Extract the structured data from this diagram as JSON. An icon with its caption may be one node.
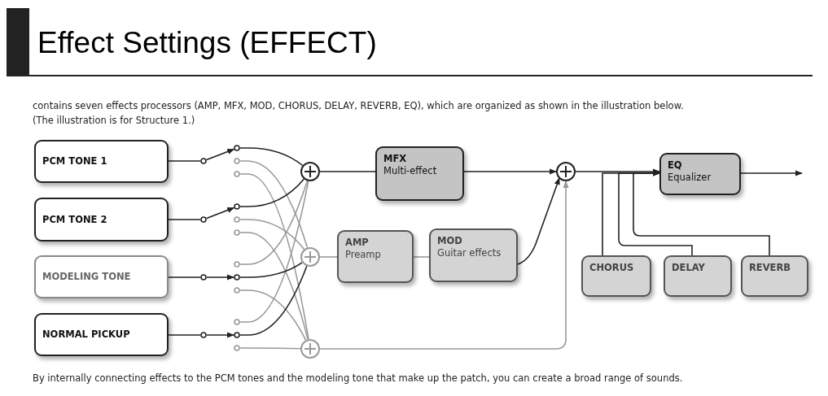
{
  "diagram": {
    "title": "Effect Settings (EFFECT)",
    "caption": "By internally connecting effects to the PCM tones and the modeling tone that make up the patch, you can create a broad range of sounds.",
    "nodes": [
      {
        "text": [
          "PCM TONE 1"
        ]
      },
      {
        "text": [
          "PCM TONE 2"
        ]
      },
      {
        "text": [
          "MODELING TONE"
        ]
      },
      {
        "text": [
          "NORMAL PICKUP"
        ]
      },
      {
        "text": [],
        "shape": "circle"
      },
      {
        "text": [],
        "shape": "circle"
      },
      {
        "text": [],
        "shape": "circle"
      },
      {
        "text": [
          "MFX",
          "Multi-effect"
        ]
      },
      {
        "text": [
          "AMP",
          "Preamp"
        ]
      },
      {
        "text": [
          "MOD",
          "Guitar effects"
        ]
      },
      {
        "text": [],
        "shape": "circle"
      },
      {
        "text": [
          "EQ",
          "Equalizer"
        ]
      },
      {
        "text": [
          "CHORUS"
        ]
      },
      {
        "text": [
          "DELAY"
        ]
      },
      {
        "text": [
          "REVERB"
        ]
      },
      {
        "text": [],
        "shape": "circle"
      },
      {
        "text": [],
        "shape": "circle"
      },
      {
        "text": [],
        "shape": "circle"
      },
      {
        "text": [],
        "shape": "circle"
      },
      {
        "text": [],
        "shape": "circle"
      },
      {
        "text": [],
        "shape": "circle"
      },
      {
        "text": [],
        "shape": "circle"
      },
      {
        "text": [],
        "shape": "circle"
      },
      {
        "text": [],
        "shape": "circle"
      },
      {
        "text": [],
        "shape": "circle"
      },
      {
        "text": [],
        "shape": "circle"
      },
      {
        "text": [],
        "shape": "circle"
      },
      {
        "text": [],
        "shape": "circle"
      },
      {
        "text": [],
        "shape": "circle"
      },
      {
        "text": [],
        "shape": "circle"
      },
      {
        "text": [],
        "shape": "circle"
      }
    ],
    "edges": [
      {
        "from": 0,
        "to": 15,
        "arrow": "none"
      },
      {
        "from": 15,
        "to": 19,
        "arrow": "to"
      },
      {
        "from": 19,
        "to": 4,
        "arrow": "none"
      },
      {
        "from": 20,
        "to": 5,
        "arrow": "none",
        "color": "#999999"
      },
      {
        "from": 21,
        "to": 6,
        "arrow": "none",
        "color": "#999999"
      },
      {
        "from": 1,
        "to": 16,
        "arrow": "none"
      },
      {
        "from": 16,
        "to": 22,
        "arrow": "to"
      },
      {
        "from": 22,
        "to": 4,
        "arrow": "none"
      },
      {
        "from": 23,
        "to": 5,
        "arrow": "none",
        "color": "#999999"
      },
      {
        "from": 24,
        "to": 6,
        "arrow": "none",
        "color": "#999999"
      },
      {
        "from": 2,
        "to": 17,
        "arrow": "none"
      },
      {
        "from": 17,
        "to": 26,
        "arrow": "to"
      },
      {
        "from": 25,
        "to": 4,
        "arrow": "none",
        "color": "#999999"
      },
      {
        "from": 26,
        "to": 5,
        "arrow": "none"
      },
      {
        "from": 27,
        "to": 6,
        "arrow": "none",
        "color": "#999999"
      },
      {
        "from": 3,
        "to": 18,
        "arrow": "none"
      },
      {
        "from": 18,
        "to": 29,
        "arrow": "to"
      },
      {
        "from": 28,
        "to": 4,
        "arrow": "none",
        "color": "#999999"
      },
      {
        "from": 29,
        "to": 5,
        "arrow": "none"
      },
      {
        "from": 30,
        "to": 6,
        "arrow": "none",
        "color": "#999999"
      },
      {
        "from": 4,
        "to": 7,
        "arrow": "none"
      },
      {
        "from": 7,
        "to": 10,
        "arrow": "to"
      },
      {
        "from": 5,
        "to": 8,
        "arrow": "none",
        "color": "#999999"
      },
      {
        "from": 8,
        "to": 9,
        "arrow": "none",
        "color": "#999999"
      },
      {
        "from": 9,
        "to": 10,
        "arrow": "to"
      },
      {
        "from": 6,
        "to": 10,
        "arrow": "to",
        "color": "#999999"
      },
      {
        "from": 10,
        "to": 11,
        "arrow": "to"
      },
      {
        "from": 12,
        "to": 11,
        "arrow": "to"
      },
      {
        "from": 13,
        "to": 11,
        "arrow": "to"
      },
      {
        "from": 14,
        "to": 11,
        "arrow": "to"
      },
      {
        "from": 11,
        "to": null,
        "arrow": "to"
      }
    ],
    "labels": [
      "contains seven effects processors (AMP, MFX, MOD, CHORUS, DELAY, REVERB, EQ), which are organized as shown in the illustration below.",
      "(The illustration is for Structure 1.)"
    ]
  }
}
